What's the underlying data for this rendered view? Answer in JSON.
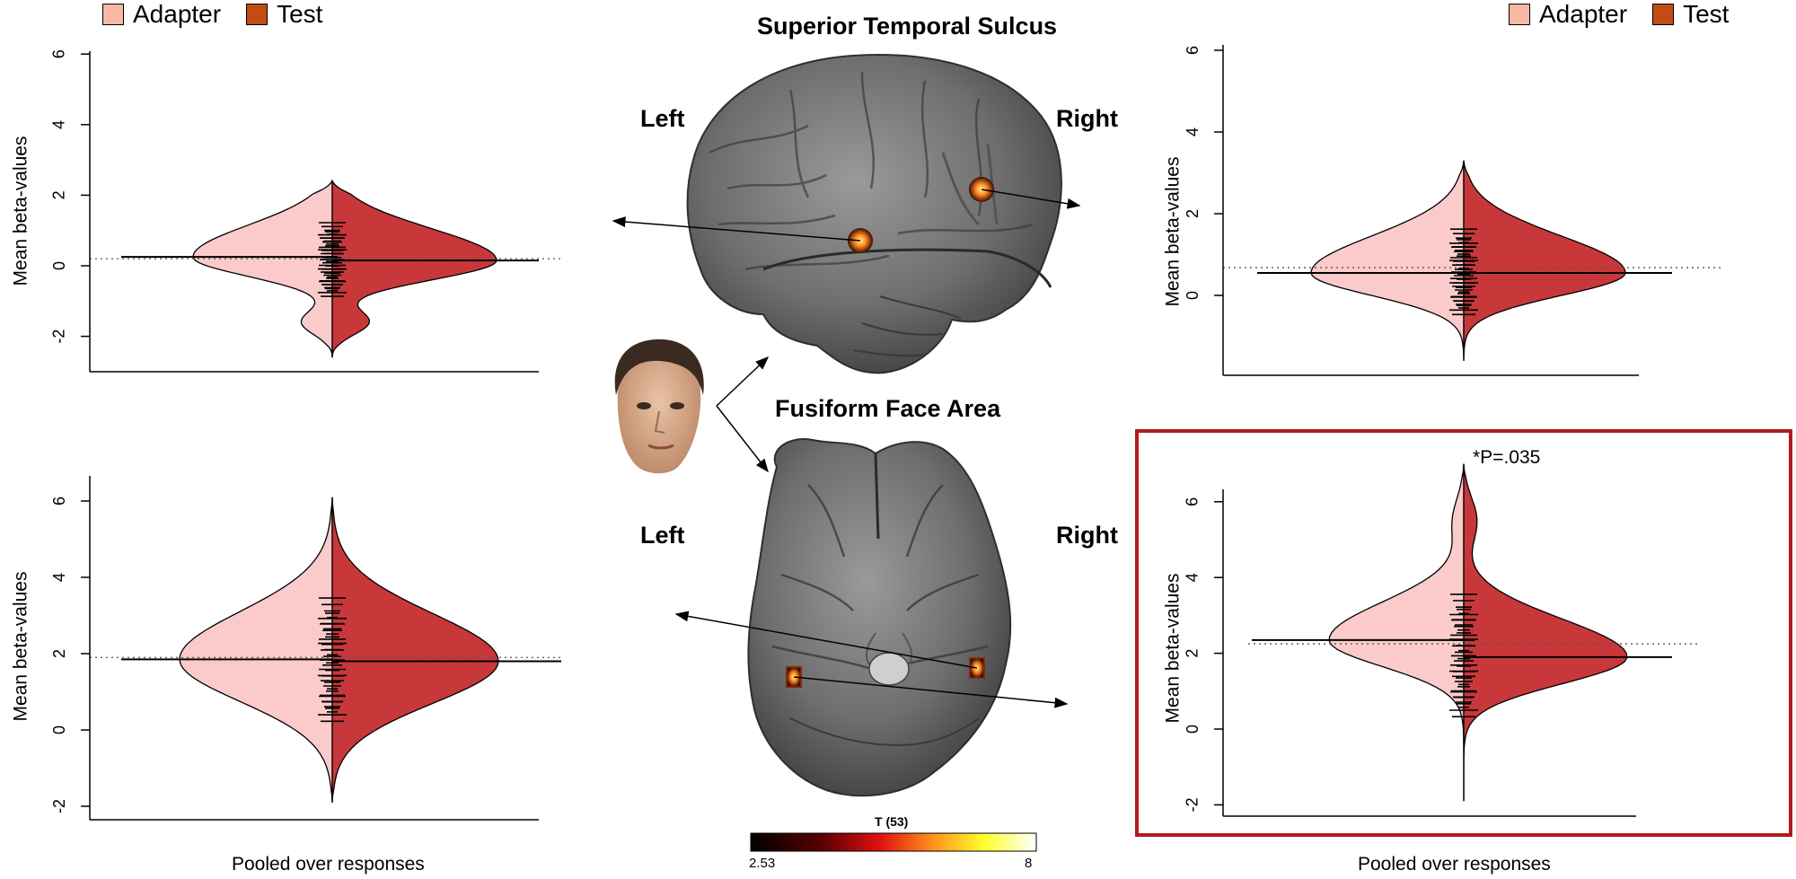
{
  "legend_left": {
    "adapter_label": "Adapter",
    "test_label": "Test"
  },
  "legend_right": {
    "adapter_label": "Adapter",
    "test_label": "Test"
  },
  "colors": {
    "adapter": "#fbcaca",
    "test": "#c8383b",
    "legend_adapter": "#f7b8a4",
    "legend_test": "#c24d12",
    "highlight_box": "#b21b1b"
  },
  "region_titles": {
    "sts": "Superior Temporal Sulcus",
    "ffa": "Fusiform Face Area"
  },
  "hemisphere_labels": {
    "sts_left": "Left",
    "sts_right": "Right",
    "ffa_left": "Left",
    "ffa_right": "Right"
  },
  "x_labels": {
    "left": "Pooled over responses",
    "right": "Pooled over responses"
  },
  "significance": "*P=.035",
  "colorbar": {
    "title": "T (53)",
    "min_label": "2.53",
    "max_label": "8"
  },
  "chart_data": [
    {
      "type": "violin",
      "panel": "STS left",
      "ylabel": "Mean beta-values",
      "ylim": [
        -3,
        6
      ],
      "yticks": [
        -2,
        0,
        2,
        4,
        6
      ],
      "adapter_mean": 0.25,
      "test_mean": 0.15,
      "reference_line": 0.2,
      "range": [
        -2.6,
        2.4
      ]
    },
    {
      "type": "violin",
      "panel": "STS right",
      "ylabel": "Mean beta-values",
      "ylim": [
        -1.6,
        6.2
      ],
      "yticks": [
        0,
        2,
        4,
        6
      ],
      "adapter_mean": 0.55,
      "test_mean": 0.55,
      "reference_line": 0.68,
      "range": [
        -1.6,
        3.3
      ]
    },
    {
      "type": "violin",
      "panel": "FFA left",
      "ylabel": "Mean beta-values",
      "ylim": [
        -2.2,
        6.6
      ],
      "yticks": [
        -2,
        0,
        2,
        4,
        6
      ],
      "adapter_mean": 1.85,
      "test_mean": 1.8,
      "reference_line": 1.9,
      "range": [
        -1.9,
        6.1
      ]
    },
    {
      "type": "violin",
      "panel": "FFA right",
      "ylabel": "Mean beta-values",
      "ylim": [
        -2.2,
        6.4
      ],
      "yticks": [
        -2,
        0,
        2,
        4,
        6
      ],
      "adapter_mean": 2.35,
      "test_mean": 1.9,
      "reference_line": 2.25,
      "range": [
        -1.9,
        7.0
      ],
      "annotation": "*P=.035"
    }
  ]
}
